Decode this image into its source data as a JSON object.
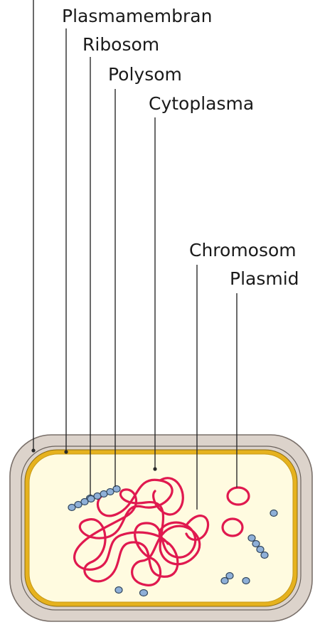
{
  "labels": {
    "plasmamembran": "Plasmamembran",
    "ribosom": "Ribosom",
    "polysom": "Polysom",
    "cytoplasma": "Cytoplasma",
    "chromosom": "Chromosom",
    "plasmid": "Plasmid"
  },
  "colors": {
    "cell_wall": "#dcd3cb",
    "membrane": "#e6b21e",
    "cytoplasm": "#fffbe0",
    "ribosome": "#8fb0d8",
    "dna": "#e0194f"
  }
}
